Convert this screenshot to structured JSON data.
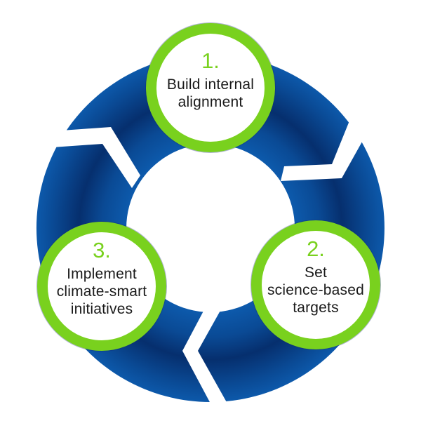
{
  "diagram": {
    "type": "cycle",
    "colors": {
      "ring_light": "#0d5aac",
      "ring_dark": "#062f6e",
      "step_accent": "#79d11e",
      "text": "#1a1a1a"
    },
    "steps": [
      {
        "number": "1.",
        "label_lines": [
          "Build internal",
          "alignment"
        ]
      },
      {
        "number": "2.",
        "label_lines": [
          "Set",
          "science-based",
          "targets"
        ]
      },
      {
        "number": "3.",
        "label_lines": [
          "Implement",
          "climate-smart",
          "initiatives"
        ]
      }
    ]
  }
}
